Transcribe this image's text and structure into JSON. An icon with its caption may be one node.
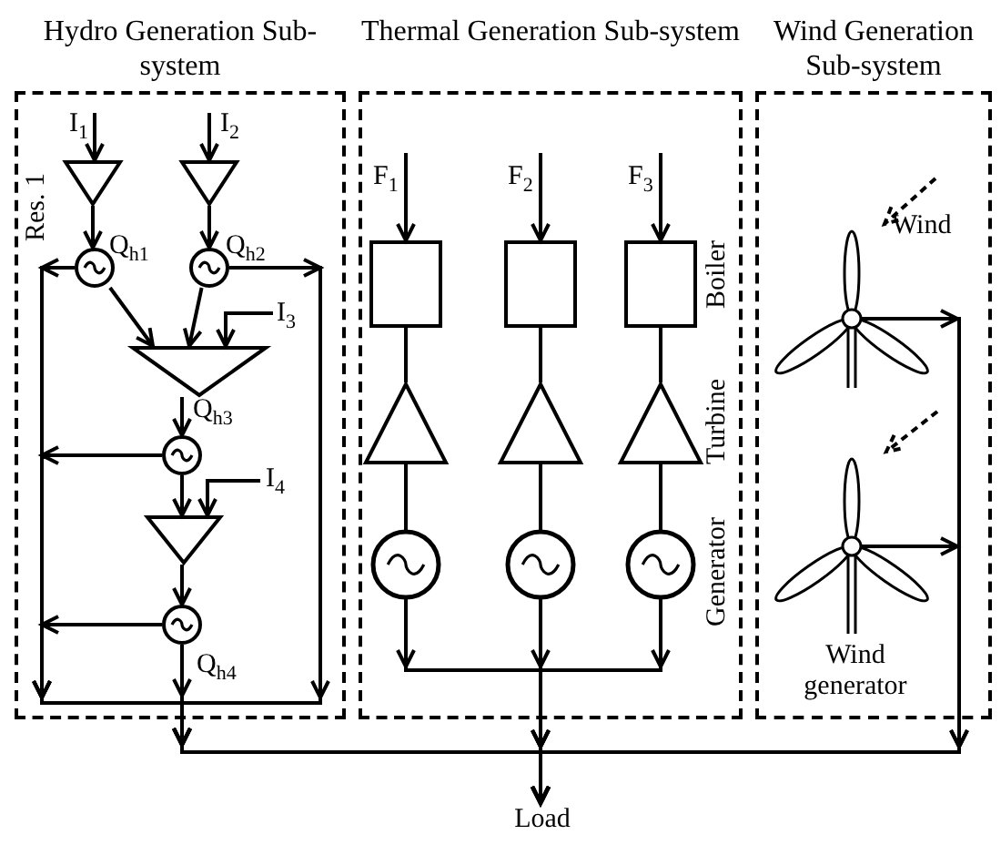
{
  "diagram": {
    "nodes": [
      {
        "text": [
          "Hydro Generation Sub-system"
        ]
      },
      {
        "text": [],
        "shape": "triangle",
        "in": 0,
        "beside": [
          "Res. 1"
        ]
      },
      {
        "text": [],
        "shape": "triangle",
        "in": 0
      },
      {
        "text": [],
        "shape": "circle",
        "in": 0
      },
      {
        "text": [],
        "shape": "circle",
        "in": 0
      },
      {
        "text": [],
        "shape": "triangle",
        "in": 0
      },
      {
        "text": [],
        "shape": "circle",
        "in": 0
      },
      {
        "text": [],
        "shape": "triangle",
        "in": 0
      },
      {
        "text": [],
        "shape": "circle",
        "in": 0
      },
      {
        "text": [
          "Thermal Generation Sub-system"
        ]
      },
      {
        "text": [],
        "shape": "box",
        "in": 9
      },
      {
        "text": [],
        "shape": "triangle",
        "in": 9
      },
      {
        "text": [],
        "shape": "circle",
        "in": 9
      },
      {
        "text": [],
        "shape": "box",
        "in": 9
      },
      {
        "text": [],
        "shape": "triangle",
        "in": 9
      },
      {
        "text": [],
        "shape": "circle",
        "in": 9
      },
      {
        "text": [],
        "shape": "box",
        "in": 9
      },
      {
        "text": [],
        "shape": "triangle",
        "in": 9
      },
      {
        "text": [],
        "shape": "circle",
        "in": 9
      },
      {
        "text": [
          "Wind Generation Sub-system"
        ]
      },
      {
        "text": [],
        "shape": "turbine",
        "in": 19
      },
      {
        "text": [],
        "shape": "turbine",
        "in": 19,
        "beside": [
          "Wind generator"
        ]
      },
      {
        "text": [
          "Load"
        ]
      }
    ],
    "edges": [
      {
        "from": null,
        "to": 1,
        "arrow": "to",
        "label": "I$_{1}$"
      },
      {
        "from": null,
        "to": 2,
        "arrow": "to",
        "label": "I$_{2}$"
      },
      {
        "from": 1,
        "to": 3,
        "arrow": "to",
        "label": "Q$_{h1}$"
      },
      {
        "from": 2,
        "to": 4,
        "arrow": "to",
        "label": "Q$_{h2}$"
      },
      {
        "from": 3,
        "to": 5,
        "arrow": "to"
      },
      {
        "from": 4,
        "to": 5,
        "arrow": "to"
      },
      {
        "from": null,
        "to": 5,
        "arrow": "to",
        "label": "I$_{3}$"
      },
      {
        "from": 5,
        "to": 6,
        "arrow": "to",
        "label": "Q$_{h3}$"
      },
      {
        "from": 6,
        "to": 7,
        "arrow": "to"
      },
      {
        "from": null,
        "to": 7,
        "arrow": "to",
        "label": "I$_{4}$"
      },
      {
        "from": 7,
        "to": 8,
        "arrow": "to"
      },
      {
        "from": 8,
        "to": 22,
        "arrow": "to",
        "label": "Q$_{h4}$"
      },
      {
        "from": 3,
        "to": 22,
        "arrow": "to"
      },
      {
        "from": 4,
        "to": 22,
        "arrow": "to"
      },
      {
        "from": 6,
        "to": 22,
        "arrow": "to"
      },
      {
        "from": 8,
        "to": 22,
        "arrow": "to"
      },
      {
        "from": null,
        "to": 10,
        "arrow": "to",
        "label": "F$_{1}$"
      },
      {
        "from": 10,
        "to": 11,
        "arrow": "none"
      },
      {
        "from": 11,
        "to": 12,
        "arrow": "none"
      },
      {
        "from": 12,
        "to": 22,
        "arrow": "to"
      },
      {
        "from": null,
        "to": 13,
        "arrow": "to",
        "label": "F$_{2}$"
      },
      {
        "from": 13,
        "to": 14,
        "arrow": "none"
      },
      {
        "from": 14,
        "to": 15,
        "arrow": "none"
      },
      {
        "from": 15,
        "to": 22,
        "arrow": "to"
      },
      {
        "from": null,
        "to": 16,
        "arrow": "to",
        "label": "F$_{3}$"
      },
      {
        "from": 16,
        "to": 17,
        "arrow": "none"
      },
      {
        "from": 17,
        "to": 18,
        "arrow": "none"
      },
      {
        "from": 18,
        "to": 22,
        "arrow": "to"
      },
      {
        "from": null,
        "to": 20,
        "arrow": "to",
        "style": "dashed",
        "label": "Wind"
      },
      {
        "from": null,
        "to": 21,
        "arrow": "to",
        "style": "dashed"
      },
      {
        "from": 20,
        "to": 22,
        "arrow": "to"
      },
      {
        "from": 21,
        "to": 22,
        "arrow": "to"
      }
    ],
    "labels": [
      "Boiler",
      "Turbine",
      "Generator"
    ]
  }
}
